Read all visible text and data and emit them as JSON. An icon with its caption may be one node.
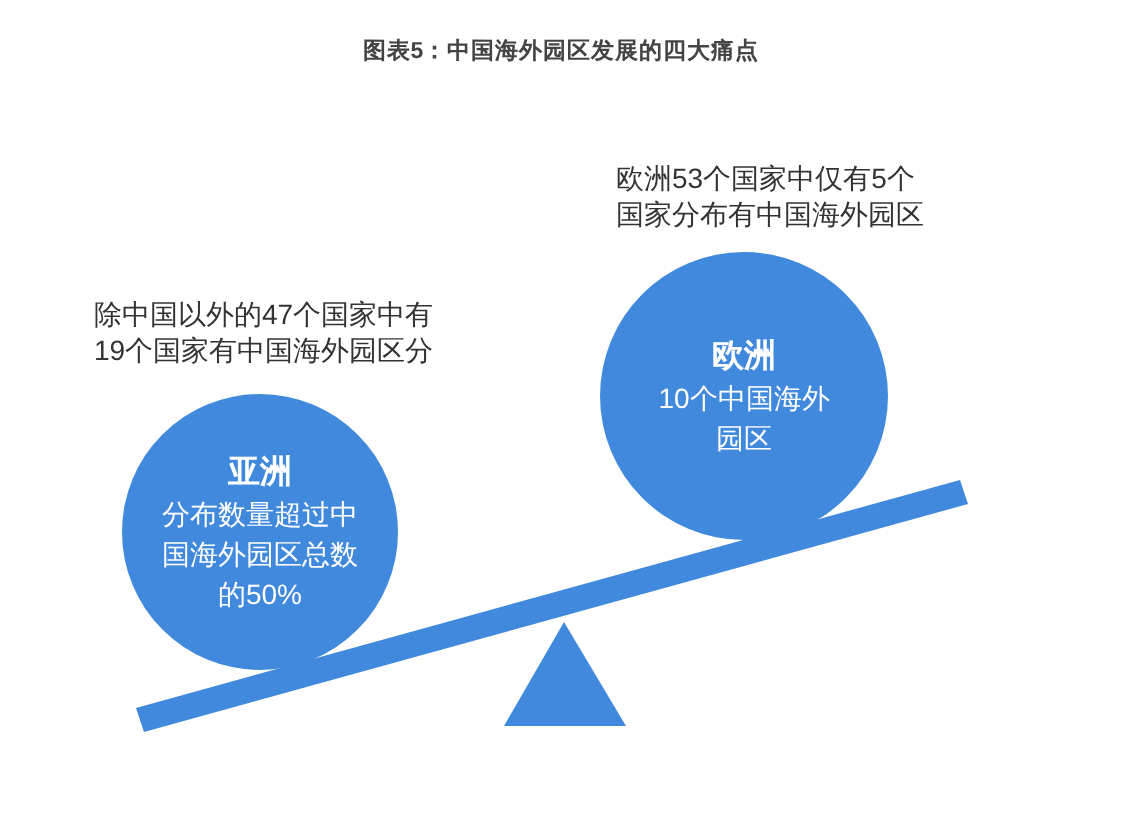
{
  "diagram": {
    "title": "图表5：中国海外园区发展的四大痛点",
    "nodes": [
      {
        "text": [
          "亚洲",
          "分布数量超过中国海外园区总数的50%"
        ],
        "beside": [
          "除中国以外的47个国家中有19个国家有中国海外园区分"
        ]
      },
      {
        "text": [
          "欧洲",
          "10个中国海外园区"
        ],
        "beside": [
          "欧洲53个国家中仅有5个国家分布有中国海外园区"
        ]
      }
    ]
  }
}
